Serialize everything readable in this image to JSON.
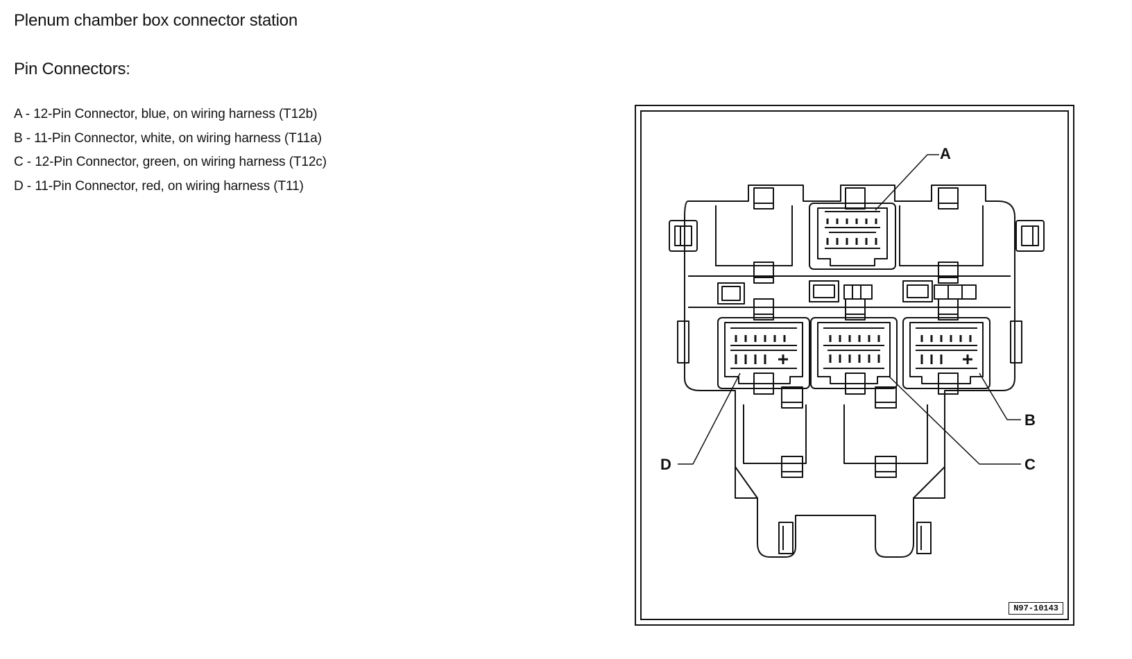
{
  "page": {
    "title": "Plenum chamber box connector station",
    "heading": "Pin Connectors:"
  },
  "legend": [
    {
      "label": "A - 12-Pin Connector, blue, on wiring harness (T12b)"
    },
    {
      "label": "B - 11-Pin Connector, white, on wiring harness (T11a)"
    },
    {
      "label": "C - 12-Pin Connector, green, on wiring harness (T12c)"
    },
    {
      "label": "D - 11-Pin Connector, red, on wiring harness (T11)"
    }
  ],
  "figure": {
    "callouts": {
      "a": "A",
      "b": "B",
      "c": "C",
      "d": "D"
    },
    "figure_id": "N97-10143"
  }
}
